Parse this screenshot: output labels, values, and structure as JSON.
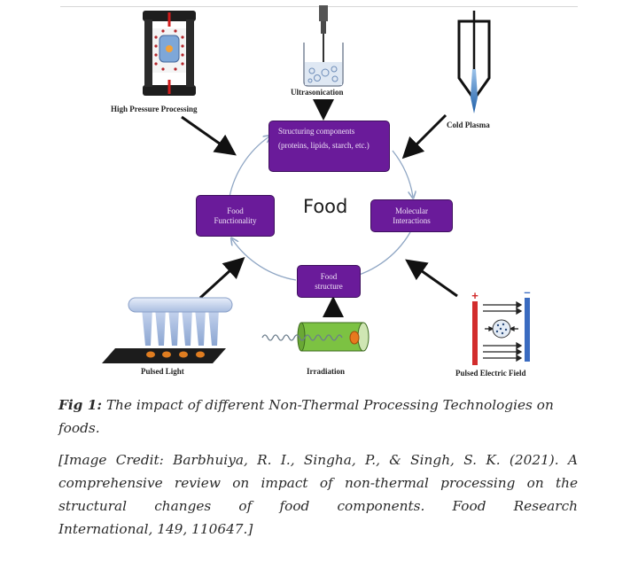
{
  "diagram": {
    "center_label": "Food",
    "cycle_boxes": [
      {
        "id": "structuring",
        "line1": "Structuring components",
        "line2": "(proteins, lipids, starch, etc.)"
      },
      {
        "id": "molecular",
        "line1": "Molecular",
        "line2": "Interactions"
      },
      {
        "id": "structure",
        "line1": "Food",
        "line2": "structure"
      },
      {
        "id": "functionality",
        "line1": "Food",
        "line2": "Functionality"
      }
    ],
    "technologies": [
      {
        "id": "hpp",
        "label": "High Pressure Processing",
        "icon": "pressure-vessel-icon"
      },
      {
        "id": "ultrasonication",
        "label": "Ultrasonication",
        "icon": "ultrasonic-probe-icon"
      },
      {
        "id": "cold_plasma",
        "label": "Cold Plasma",
        "icon": "plasma-jet-icon"
      },
      {
        "id": "pulsed_light",
        "label": "Pulsed Light",
        "icon": "pulsed-light-lamp-icon"
      },
      {
        "id": "irradiation",
        "label": "Irradiation",
        "icon": "irradiation-cylinder-icon"
      },
      {
        "id": "pef",
        "label": "Pulsed Electric Field",
        "icon": "electric-field-plates-icon",
        "plus": "+",
        "minus": "–"
      }
    ],
    "colors": {
      "box_fill": "#6a1b9a",
      "cycle_arrow": "#8fa6c4",
      "pointer_arrow": "#111111"
    }
  },
  "caption": {
    "fig_label": "Fig 1:",
    "fig_text_line1": " The impact of different Non-Thermal Processing Technologies on",
    "fig_text_line2": "foods.",
    "credit_line1": "[Image Credit: Barbhuiya, R. I., Singha, P., & Singh, S. K. (2021). A",
    "credit_line2": "comprehensive review on impact of non-thermal processing on the",
    "credit_line3": "structural changes of food components. Food Research",
    "credit_line4": "International, 149, 110647.]"
  }
}
